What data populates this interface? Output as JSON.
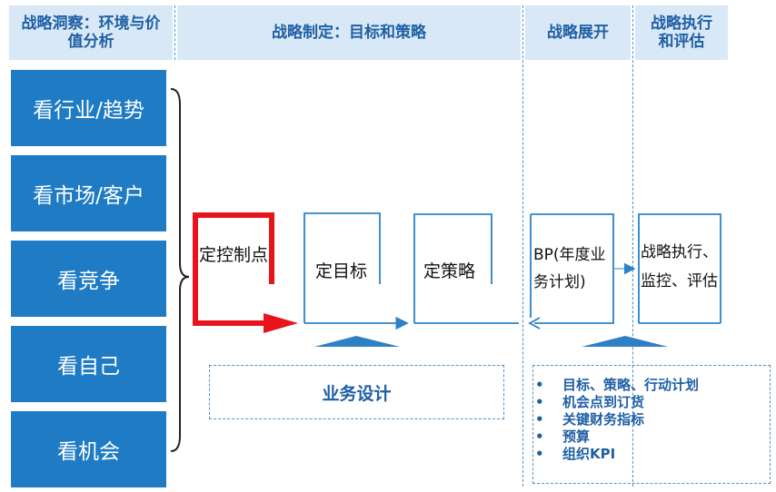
{
  "headers": {
    "insight": "战略洞察：环境与价值分析",
    "formulation": "战略制定：目标和策略",
    "deploy": "战略展开",
    "execute": "战略执行和评估"
  },
  "left_items": [
    "看行业/趋势",
    "看市场/客户",
    "看竞争",
    "看自己",
    "看机会"
  ],
  "flow": {
    "control_point": "定控制点",
    "goal": "定目标",
    "strategy": "定策略",
    "bp": "BP(年度业务计划)",
    "execution": "战略执行、监控、评估"
  },
  "business_design": "业务设计",
  "deploy_bullets": [
    "目标、策略、行动计划",
    "机会点到订货",
    "关键财务指标",
    "预算",
    "组织KPI"
  ],
  "colors": {
    "header_bg": "#d9e8f6",
    "header_text": "#1f5fa5",
    "left_box": "#1e7bc4",
    "accent_red": "#e8141b",
    "flow_line": "#2a82c8"
  }
}
